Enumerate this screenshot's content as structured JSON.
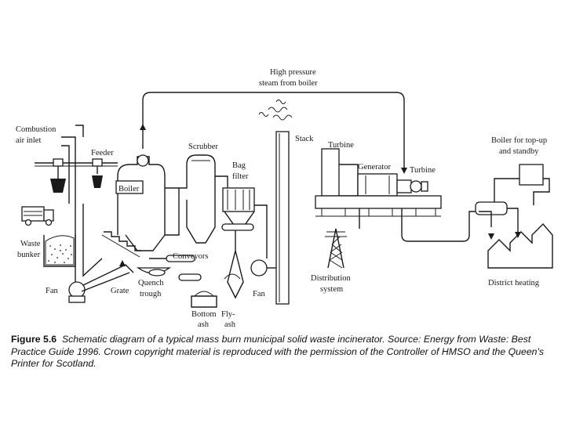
{
  "labels": {
    "steam": [
      "High pressure",
      "steam from boiler"
    ],
    "combustion_air": [
      "Combustion",
      "air inlet"
    ],
    "feeder": "Feeder",
    "boiler": "Boiler",
    "scrubber": "Scrubber",
    "bag_filter": [
      "Bag",
      "filter"
    ],
    "stack": "Stack",
    "turbine_left": "Turbine",
    "generator": "Generator",
    "turbine_right": "Turbine",
    "boiler_topup": [
      "Boiler for top-up",
      "and standby"
    ],
    "waste_bunker": [
      "Waste",
      "bunker"
    ],
    "conveyors": "Conveyors",
    "fan_left": "Fan",
    "grate": "Grate",
    "quench": [
      "Quench",
      "trough"
    ],
    "bottom_ash": [
      "Bottom",
      "ash"
    ],
    "fly_ash": [
      "Fly-",
      "ash"
    ],
    "fan_right": "Fan",
    "distribution": [
      "Distribution",
      "system"
    ],
    "district_heating": "District heating"
  },
  "caption": {
    "figure": "Figure 5.6",
    "text": "Schematic diagram of a typical mass burn municipal solid waste incinerator. Source: Energy from Waste: Best Practice Guide 1996. Crown copyright material is reproduced with the permission of the Controller of HMSO and the Queen's Printer for Scotland."
  }
}
